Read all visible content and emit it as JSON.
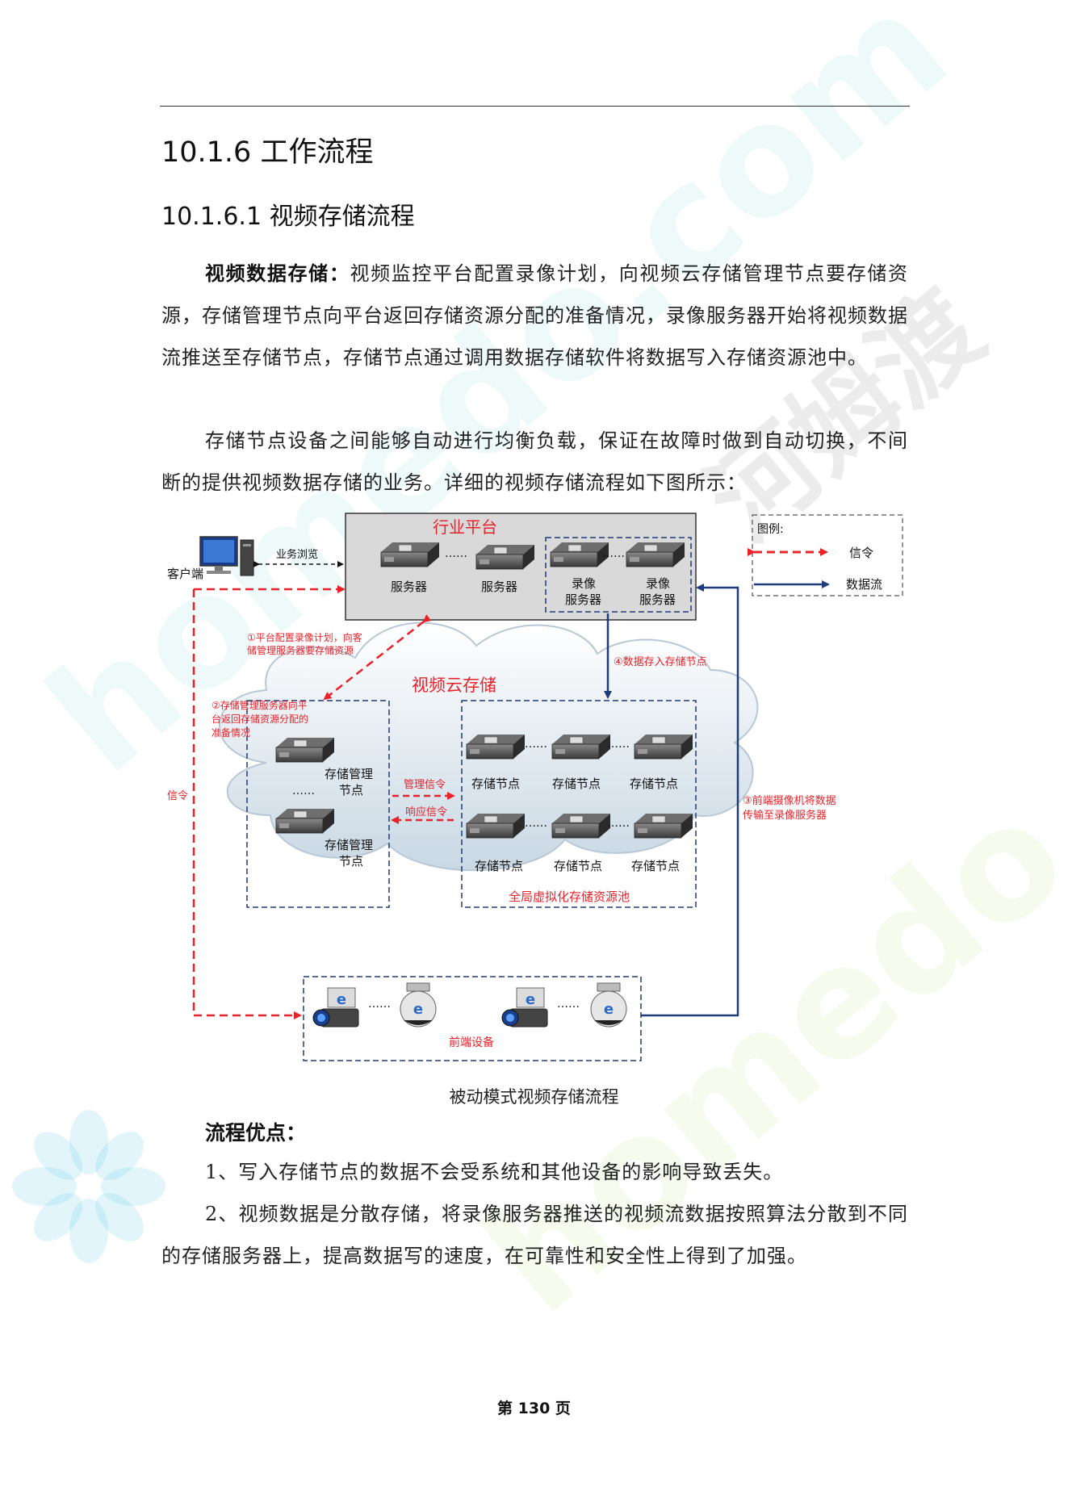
{
  "heading": {
    "section": "10.1.6 工作流程",
    "subsection": "10.1.6.1  视频存储流程"
  },
  "body": {
    "p1_lead": "视频数据存储：",
    "p1_text": "视频监控平台配置录像计划，向视频云存储管理节点要存储资源，存储管理节点向平台返回存储资源分配的准备情况，录像服务器开始将视频数据流推送至存储节点，存储节点通过调用数据存储软件将数据写入存储资源池中。",
    "p2_text": "存储节点设备之间能够自动进行均衡负载，保证在故障时做到自动切换，不间断的提供视频数据存储的业务。详细的视频存储流程如下图所示："
  },
  "diagram": {
    "client": "客户端",
    "browse": "业务浏览",
    "platform_title": "行业平台",
    "server": "服务器",
    "record_server_line1": "录像",
    "record_server_line2": "服务器",
    "legend_title": "图例:",
    "legend_signal": "信令",
    "legend_data": "数据流",
    "step1_line1": "①平台配置录像计划，向客",
    "step1_line2": "储管理服务器要存储资源",
    "step4": "④数据存入存储节点",
    "cloud_title": "视频云存储",
    "step2_line1": "②存储管理服务器向平",
    "step2_line2": "台返回存储资源分配的",
    "step2_line3": "准备情况",
    "mgmt_line1": "存储管理",
    "mgmt_line2": "节点",
    "mgmt_signal": "管理信令",
    "resp_signal": "响应信令",
    "storage_node": "存储节点",
    "pool": "全局虚拟化存储资源池",
    "signal_side": "信令",
    "step3_line1": "③前端摄像机将数据",
    "step3_line2": "传输至录像服务器",
    "frontend": "前端设备",
    "dots": "……",
    "icon_e": "e"
  },
  "caption": "被动模式视频存储流程",
  "advantages": {
    "title": "流程优点：",
    "item1": "1、写入存储节点的数据不会受系统和其他设备的影响导致丢失。",
    "item2": "2、视频数据是分散存储，将录像服务器推送的视频流数据按照算法分散到不同的存储服务器上，提高数据写的速度，在可靠性和安全性上得到了加强。"
  },
  "footer": "第 130 页",
  "watermark": {
    "latin": "homedo.com",
    "cjk": "河姆渡"
  },
  "colors": {
    "signal_red": "#e8232a",
    "data_blue": "#1f3b7a",
    "platform_gray": "#d9d9d9"
  }
}
